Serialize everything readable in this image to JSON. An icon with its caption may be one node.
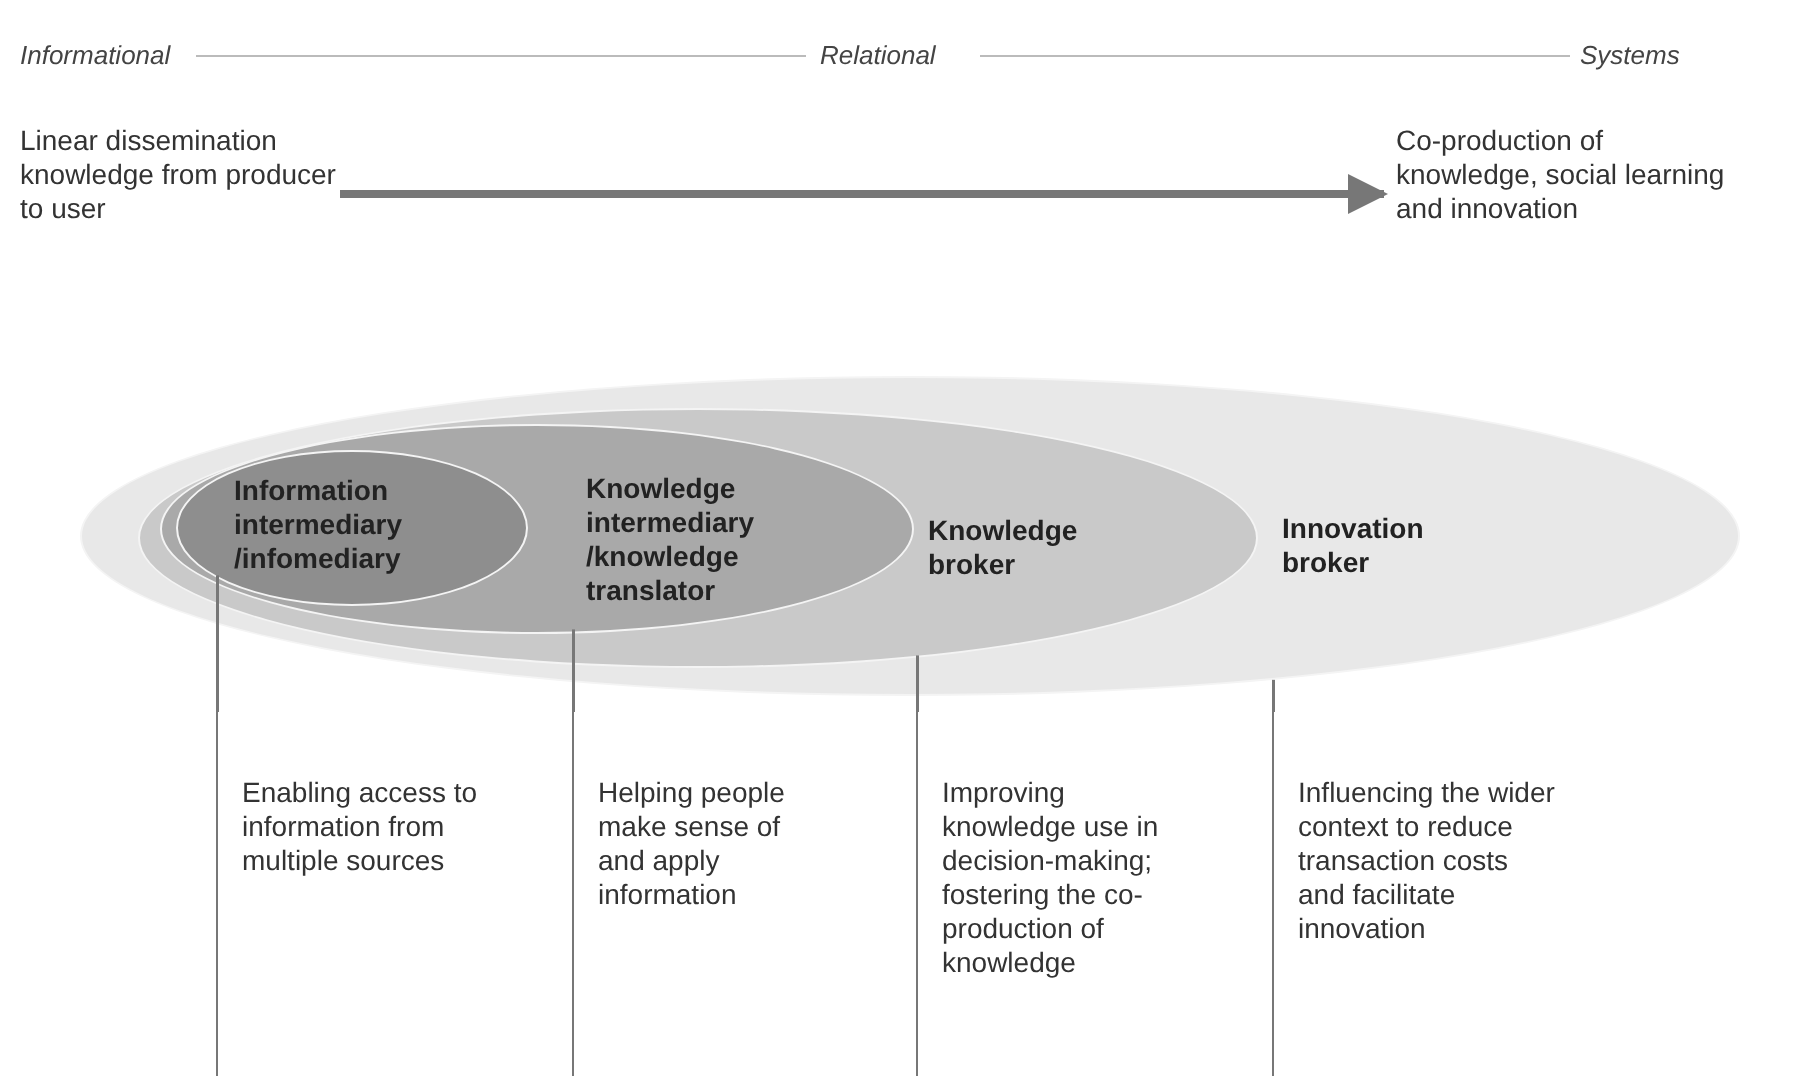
{
  "diagram": {
    "nodes": [
      {
        "text": [
          "Linear dissemination knowledge from producer to user"
        ]
      },
      {
        "text": [
          "Co-production of knowledge, social learning and innovation"
        ]
      },
      {
        "text": [
          "Innovation broker"
        ]
      },
      {
        "text": [
          "Knowledge broker"
        ],
        "in": 2
      },
      {
        "text": [
          "Knowledge intermediary /knowledge translator"
        ],
        "in": 3
      },
      {
        "text": [
          "Information intermediary /infomediary"
        ],
        "in": 4
      },
      {
        "text": [
          "Enabling access to information from multiple sources"
        ]
      },
      {
        "text": [
          "Helping people make sense of and apply information"
        ]
      },
      {
        "text": [
          "Improving knowledge use in decision-making; fostering the co-production of knowledge"
        ]
      },
      {
        "text": [
          "Influencing the wider context to reduce transaction costs and facilitate innovation"
        ]
      }
    ],
    "edges": [
      {
        "from": 0,
        "to": 1,
        "arrow": "to",
        "style": "thick"
      },
      {
        "from": 5,
        "to": 6,
        "arrow": "none"
      },
      {
        "from": 4,
        "to": 7,
        "arrow": "none"
      },
      {
        "from": 3,
        "to": 8,
        "arrow": "none"
      },
      {
        "from": 2,
        "to": 9,
        "arrow": "none"
      }
    ],
    "labels": [
      "Informational",
      "Relational",
      "Systems"
    ]
  }
}
